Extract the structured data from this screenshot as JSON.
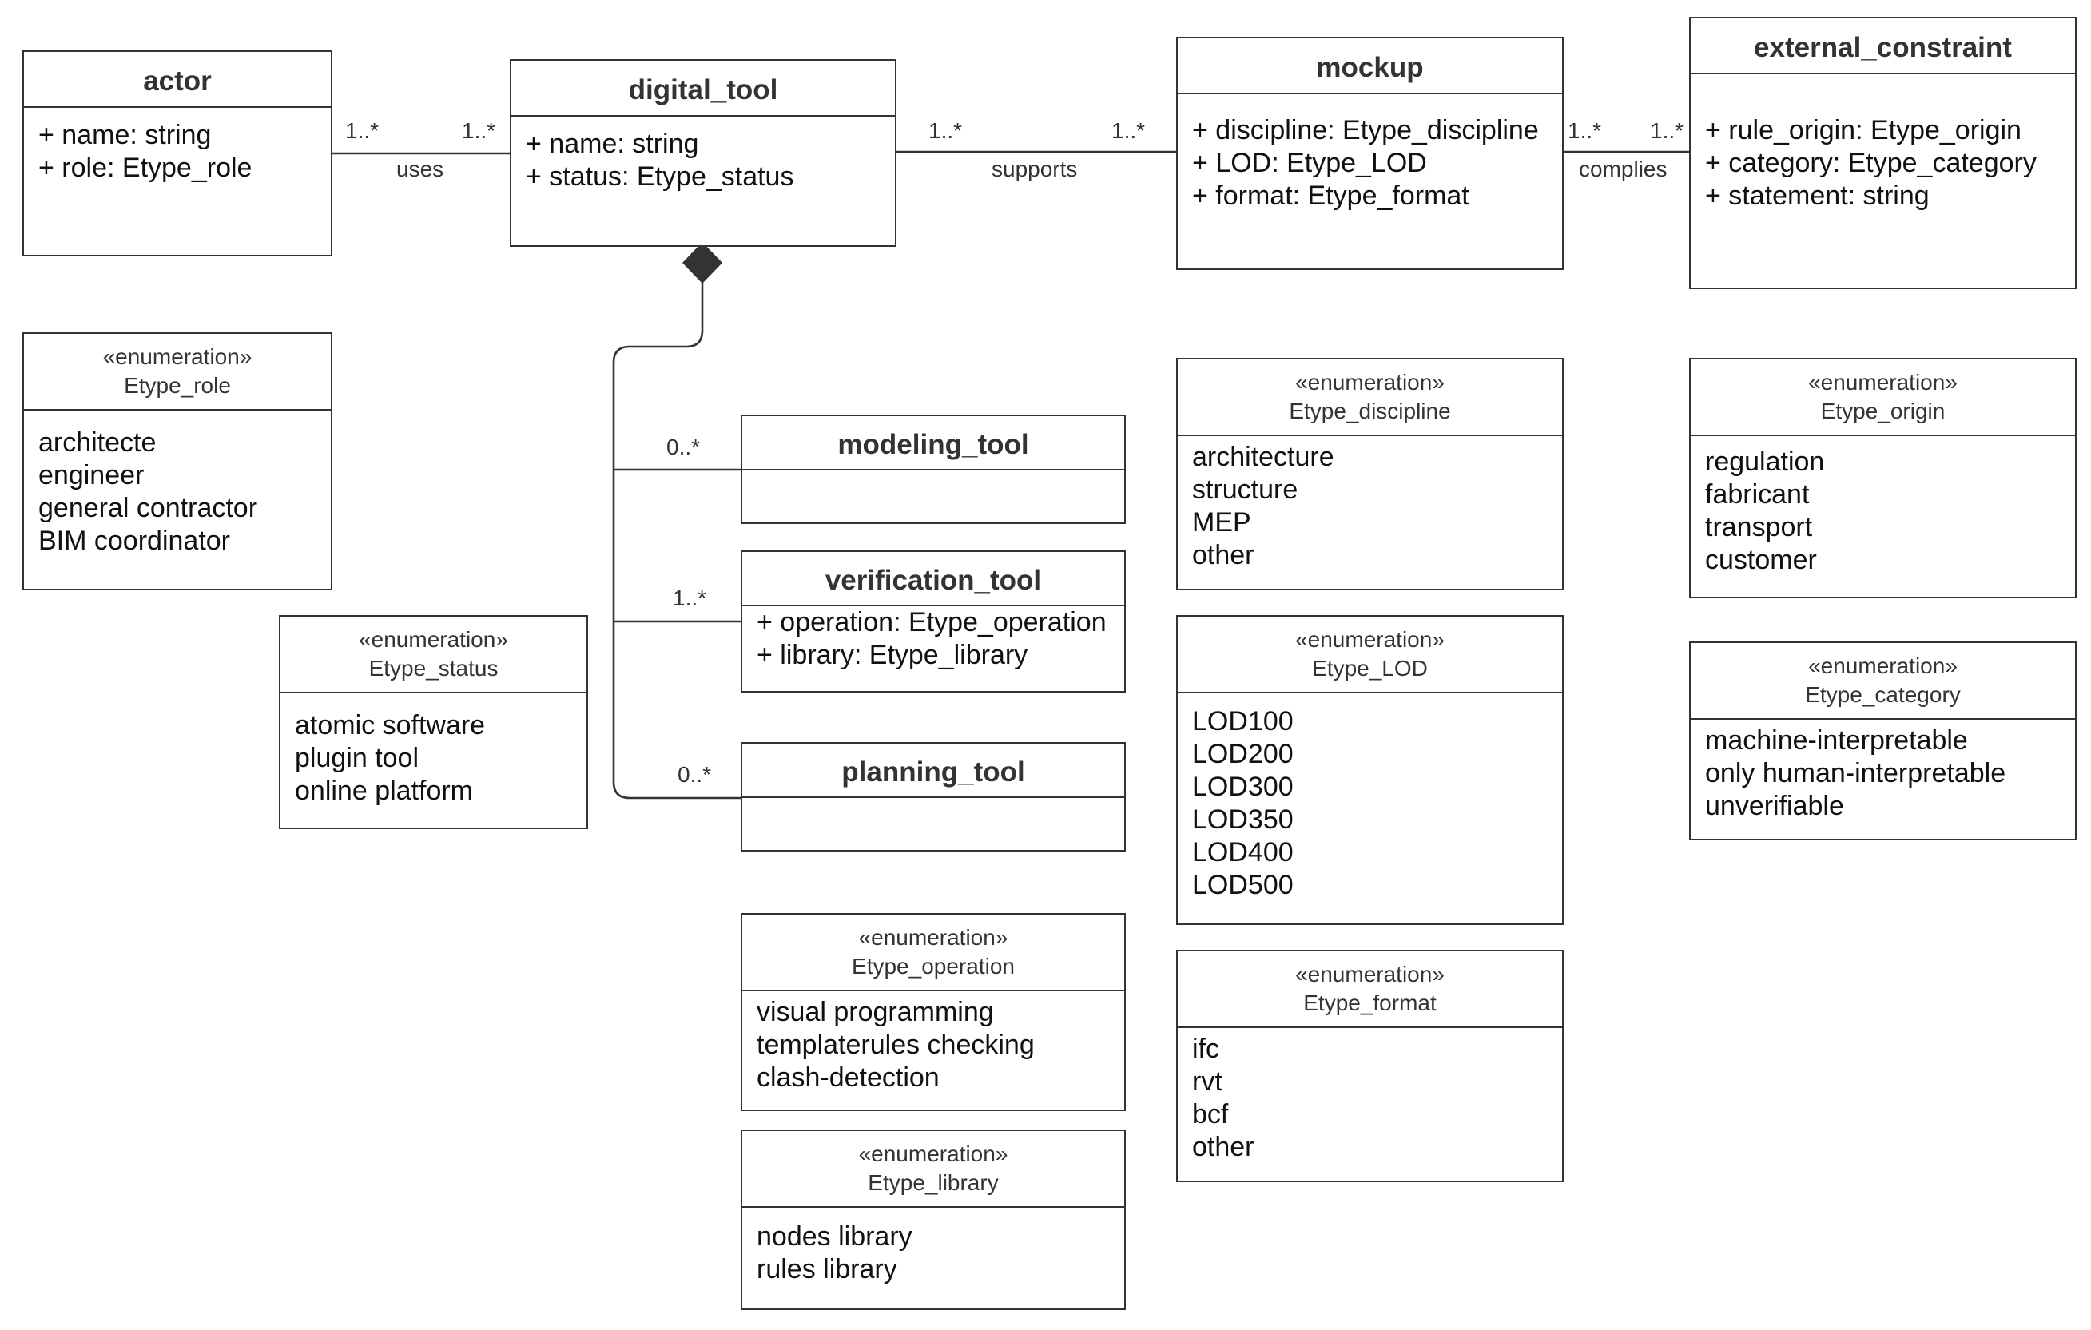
{
  "classes": {
    "actor": {
      "name": "actor",
      "attributes": [
        "+ name: string",
        "+ role: Etype_role"
      ]
    },
    "digital_tool": {
      "name": "digital_tool",
      "attributes": [
        "+ name: string",
        "+ status: Etype_status"
      ]
    },
    "mockup": {
      "name": "mockup",
      "attributes": [
        "+ discipline: Etype_discipline",
        "+ LOD: Etype_LOD",
        "+ format: Etype_format"
      ]
    },
    "external_constraint": {
      "name": "external_constraint",
      "attributes": [
        "+ rule_origin: Etype_origin",
        "+ category: Etype_category",
        "+ statement: string"
      ]
    },
    "modeling_tool": {
      "name": "modeling_tool",
      "attributes": []
    },
    "verification_tool": {
      "name": "verification_tool",
      "attributes": [
        "+ operation: Etype_operation",
        "+ library: Etype_library"
      ]
    },
    "planning_tool": {
      "name": "planning_tool",
      "attributes": []
    }
  },
  "enumerations": {
    "stereotype": "«enumeration»",
    "role": {
      "name": "Etype_role",
      "literals": [
        "architecte",
        "engineer",
        "general contractor",
        "BIM coordinator"
      ]
    },
    "status": {
      "name": "Etype_status",
      "literals": [
        "atomic software",
        "plugin tool",
        "online platform"
      ]
    },
    "discipline": {
      "name": "Etype_discipline",
      "literals": [
        "architecture",
        "structure",
        "MEP",
        "other"
      ]
    },
    "lod": {
      "name": "Etype_LOD",
      "literals": [
        "LOD100",
        "LOD200",
        "LOD300",
        "LOD350",
        "LOD400",
        "LOD500"
      ]
    },
    "format": {
      "name": "Etype_format",
      "literals": [
        "ifc",
        "rvt",
        "bcf",
        "other"
      ]
    },
    "origin": {
      "name": "Etype_origin",
      "literals": [
        "regulation",
        "fabricant",
        "transport",
        "customer"
      ]
    },
    "category": {
      "name": "Etype_category",
      "literals": [
        "machine-interpretable",
        "only human-interpretable",
        "unverifiable"
      ]
    },
    "operation": {
      "name": "Etype_operation",
      "literals": [
        "visual programming",
        "templaterules checking",
        "clash-detection"
      ]
    },
    "library": {
      "name": "Etype_library",
      "literals": [
        "nodes library",
        "rules library"
      ]
    }
  },
  "associations": {
    "uses": {
      "label": "uses",
      "source_mult": "1..*",
      "target_mult": "1..*"
    },
    "supports": {
      "label": "supports",
      "source_mult": "1..*",
      "target_mult": "1..*"
    },
    "complies": {
      "label": "complies",
      "source_mult": "1..*",
      "target_mult": "1..*"
    },
    "composition": {
      "modeling_mult": "0..*",
      "verification_mult": "1..*",
      "planning_mult": "0..*"
    }
  },
  "colors": {
    "line": "#333333",
    "text": "#111111",
    "background": "#ffffff"
  }
}
